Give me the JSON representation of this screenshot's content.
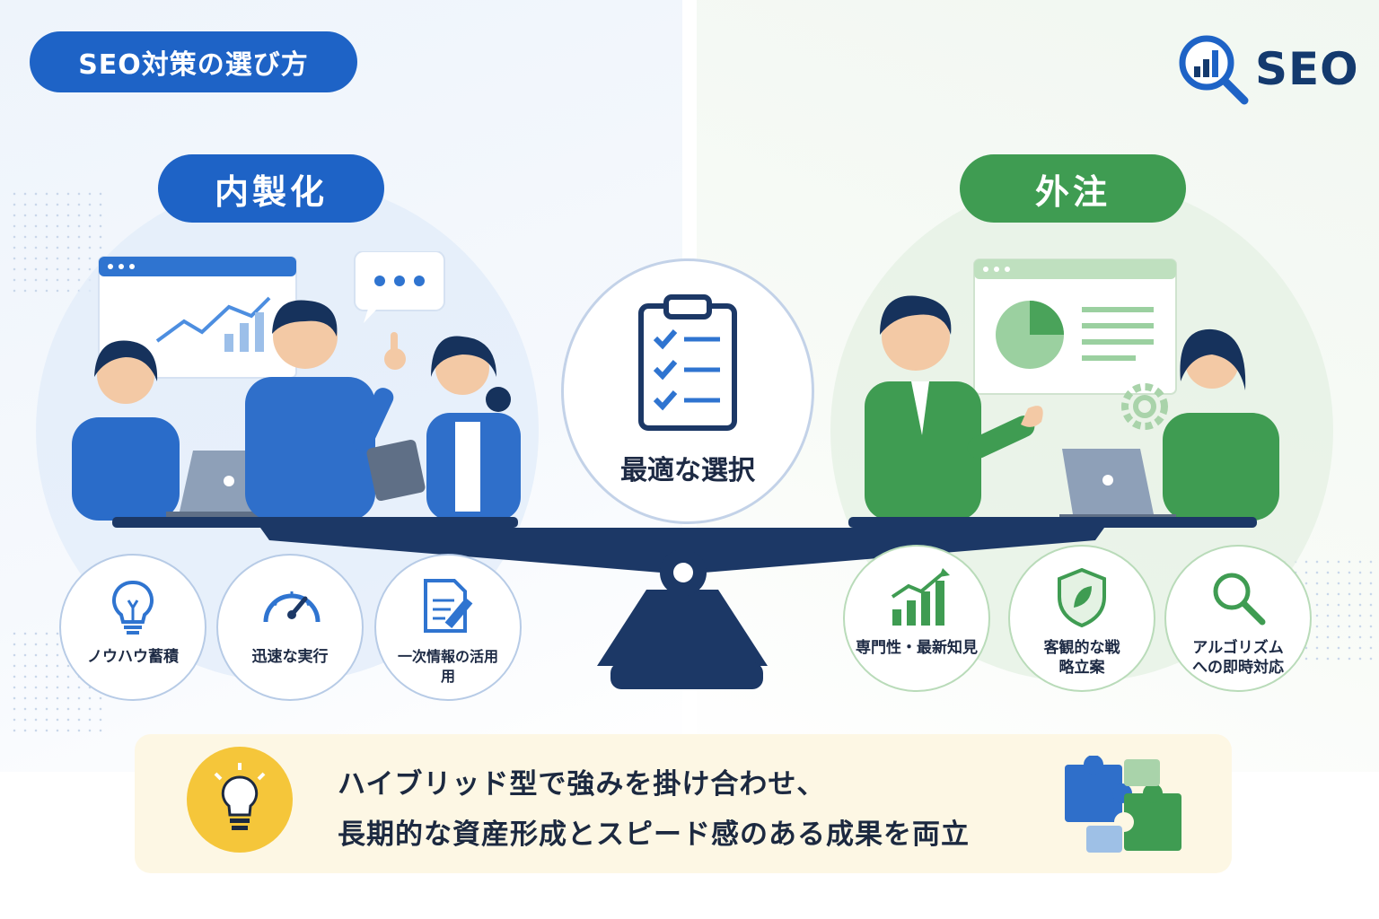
{
  "header": {
    "title": "SEO対策の選び方"
  },
  "logo": {
    "text": "SEO",
    "icon": "magnifier-chart-icon",
    "color": "#1e63c6"
  },
  "inhouse": {
    "label": "内製化",
    "color": "#1e63c6",
    "features": [
      {
        "label": "ノウハウ蓄積",
        "icon": "lightbulb-icon"
      },
      {
        "label": "迅速な実行",
        "icon": "speedometer-icon"
      },
      {
        "label": "一次情報の活用",
        "label_extra": "用",
        "icon": "document-edit-icon"
      }
    ]
  },
  "outsource": {
    "label": "外注",
    "color": "#3f9c52",
    "features": [
      {
        "label": "専門性・最新知見",
        "icon": "growth-chart-icon"
      },
      {
        "label": "客観的な戦",
        "label_extra": "略立案",
        "icon": "shield-leaf-icon"
      },
      {
        "label": "アルゴリズム",
        "label_extra": "への即時対応",
        "icon": "magnifier-icon"
      }
    ]
  },
  "center": {
    "label": "最適な選択",
    "icon": "clipboard-checklist-icon"
  },
  "banner": {
    "line1": "ハイブリッド型で強みを掛け合わせ、",
    "line2": "長期的な資産形成とスピード感のある成果を両立",
    "icon": "lightbulb-icon",
    "side_icon": "puzzle-icon"
  }
}
